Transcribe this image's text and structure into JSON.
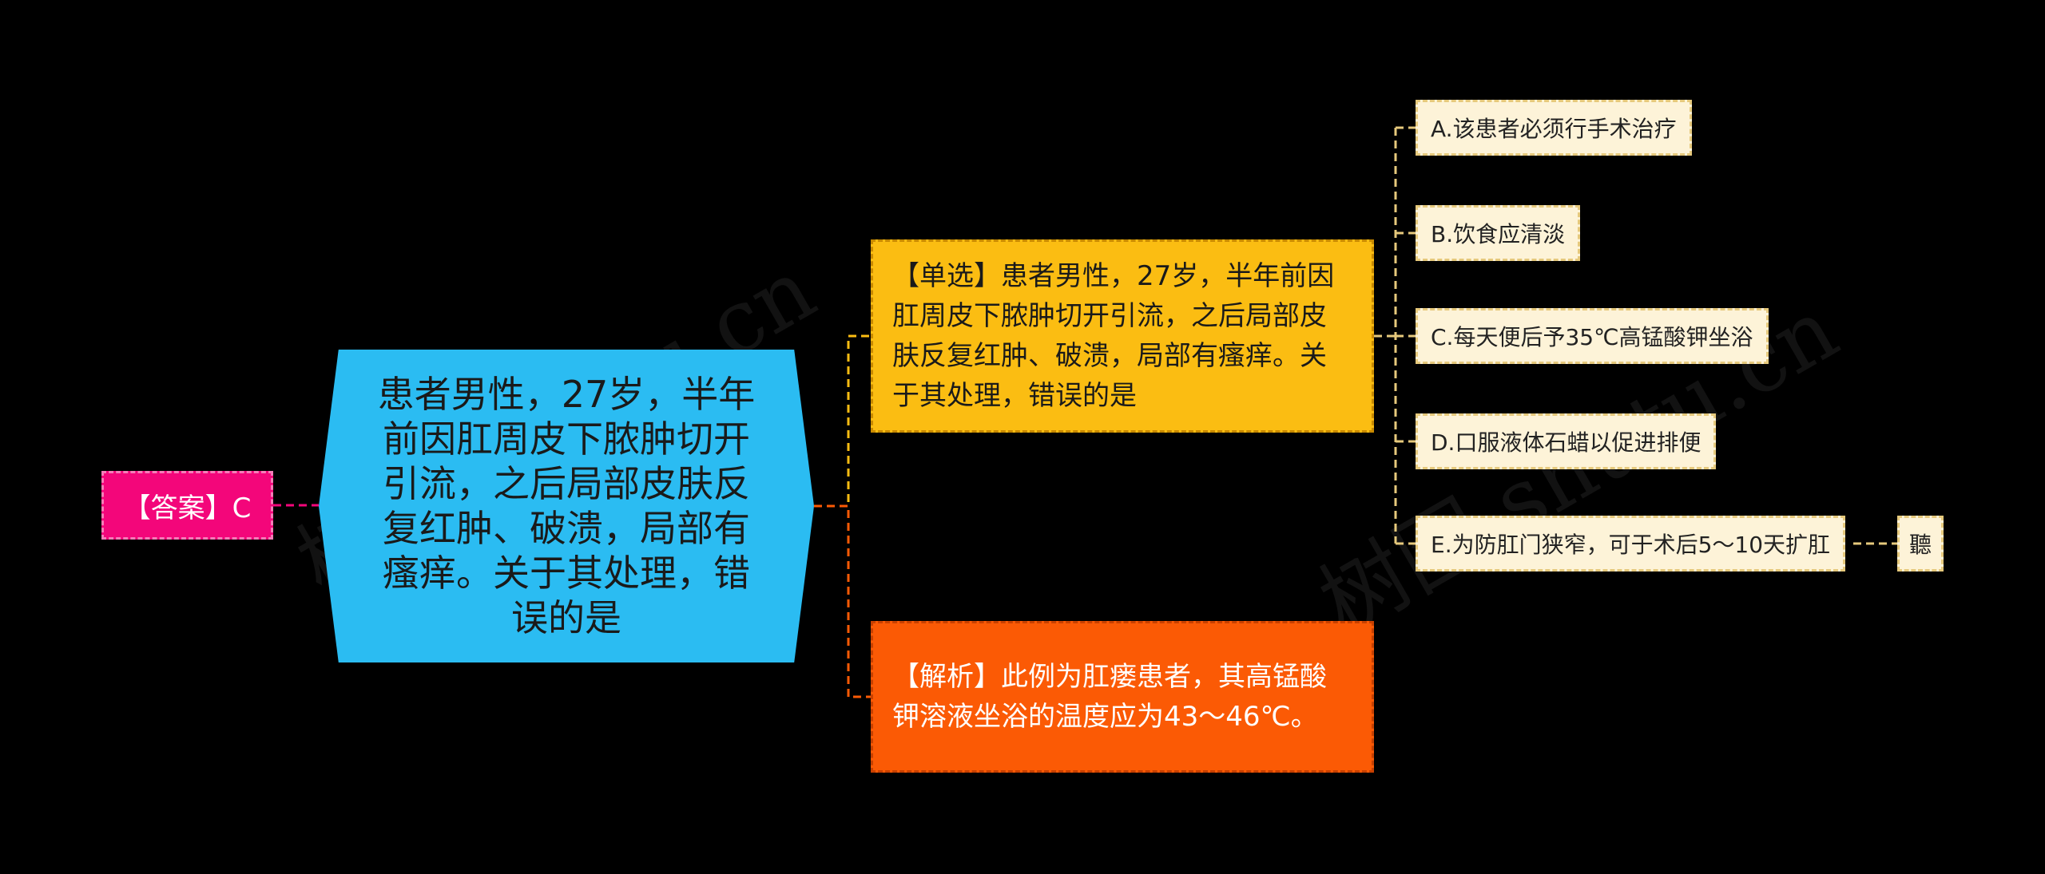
{
  "root": {
    "text": "患者男性，27岁，半年前因肛周皮下脓肿切开引流，之后局部皮肤反复红肿、破溃，局部有瘙痒。关于其处理，错误的是"
  },
  "answer": {
    "text": "【答案】C"
  },
  "question": {
    "text": "【单选】患者男性，27岁，半年前因肛周皮下脓肿切开引流，之后局部皮肤反复红肿、破溃，局部有瘙痒。关于其处理，错误的是"
  },
  "analysis": {
    "text": "【解析】此例为肛瘘患者，其高锰酸钾溶液坐浴的温度应为43～46℃。"
  },
  "options": [
    {
      "text": "A.该患者必须行手术治疗"
    },
    {
      "text": "B.饮食应清淡"
    },
    {
      "text": "C.每天便后予35℃高锰酸钾坐浴"
    },
    {
      "text": "D.口服液体石蜡以促进排便"
    },
    {
      "text": "E.为防肛门狭窄，可于术后5～10天扩肛"
    }
  ],
  "extra": {
    "text": "聽"
  },
  "watermark": {
    "text": "树图 shutu.cn"
  },
  "colors": {
    "background": "#000000",
    "root": "#2bbcf2",
    "answer": "#f3067a",
    "question": "#fbbd12",
    "analysis": "#fb5a05",
    "option": "#fdf3d8",
    "answer_link": "#f3067a",
    "question_link": "#fbbd12",
    "analysis_link": "#fb5a05",
    "option_link": "#e6c97c"
  }
}
